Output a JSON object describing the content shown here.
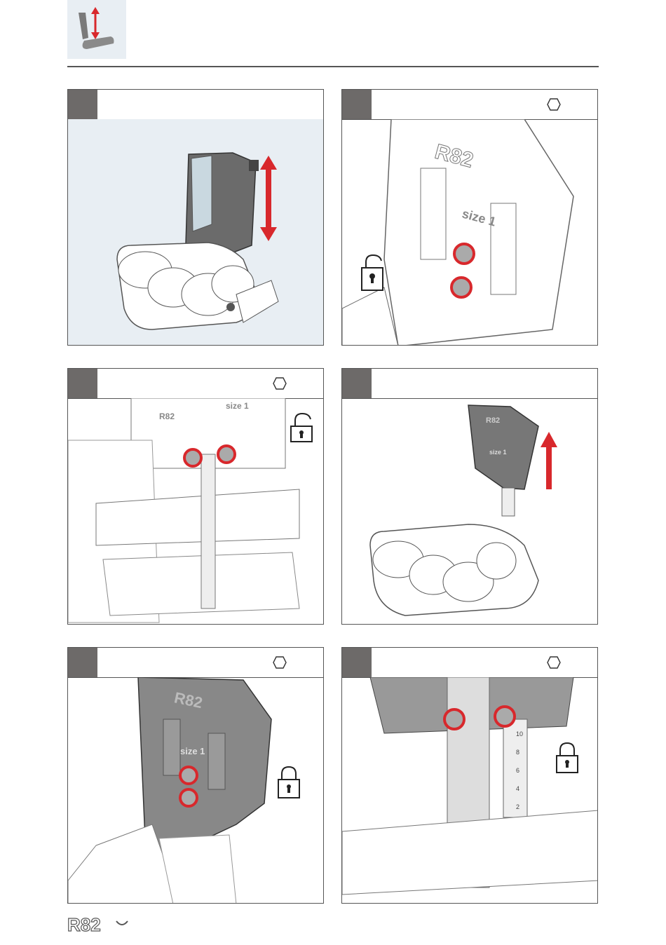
{
  "header": {
    "icon": "seat-height-adjust-icon"
  },
  "panels": [
    {
      "id": 1,
      "tool_icon": null,
      "lock_icon": null,
      "illustration": "seat-height-arrow-illustration"
    },
    {
      "id": 2,
      "tool_icon": "hex-key-icon",
      "lock_icon": "unlocked-padlock-icon",
      "illustration": "backrest-rear-illustration",
      "labels": {
        "brand": "R82",
        "size": "size 1"
      }
    },
    {
      "id": 3,
      "tool_icon": "hex-key-icon",
      "lock_icon": "unlocked-padlock-icon",
      "illustration": "backrest-bolts-illustration",
      "labels": {
        "brand": "R82",
        "size": "size 1"
      }
    },
    {
      "id": 4,
      "tool_icon": null,
      "lock_icon": null,
      "illustration": "backrest-lift-illustration",
      "labels": {
        "brand": "R82",
        "size": "size 1"
      }
    },
    {
      "id": 5,
      "tool_icon": "hex-key-icon",
      "lock_icon": "locked-padlock-icon",
      "illustration": "backrest-tighten-illustration",
      "labels": {
        "brand": "R82",
        "size": "size 1"
      }
    },
    {
      "id": 6,
      "tool_icon": "hex-key-icon",
      "lock_icon": "locked-padlock-icon",
      "illustration": "height-scale-illustration",
      "labels": {
        "scale": [
          "10",
          "8",
          "6",
          "4",
          "2"
        ]
      }
    }
  ],
  "footer": {
    "logo": "R82"
  },
  "colors": {
    "accent_red": "#d8282c",
    "panel_header_grey": "#6d6a69",
    "rule": "#555555",
    "sky_panel": "#e8eef3"
  }
}
